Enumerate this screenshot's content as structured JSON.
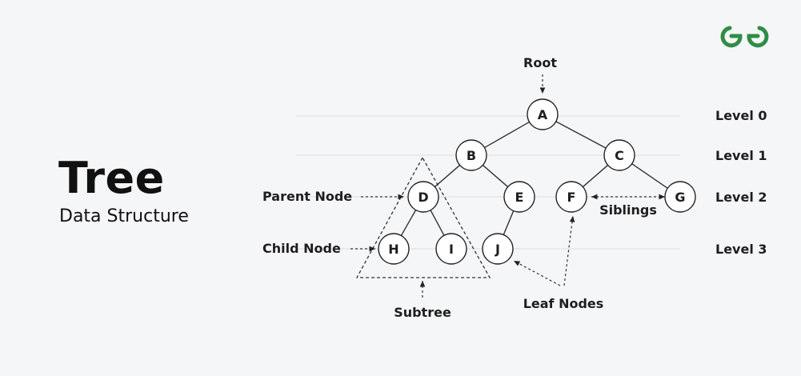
{
  "title": "Tree",
  "subtitle": "Data Structure",
  "logo_text": "GG",
  "colors": {
    "background": "#f5f6f7",
    "logo": "#2f8d46",
    "line": "#333333",
    "guide": "#d9dcdf"
  },
  "nodes": [
    {
      "id": "A",
      "label": "A"
    },
    {
      "id": "B",
      "label": "B"
    },
    {
      "id": "C",
      "label": "C"
    },
    {
      "id": "D",
      "label": "D"
    },
    {
      "id": "E",
      "label": "E"
    },
    {
      "id": "F",
      "label": "F"
    },
    {
      "id": "G",
      "label": "G"
    },
    {
      "id": "H",
      "label": "H"
    },
    {
      "id": "I",
      "label": "I"
    },
    {
      "id": "J",
      "label": "J"
    }
  ],
  "edges": [
    [
      "A",
      "B"
    ],
    [
      "A",
      "C"
    ],
    [
      "B",
      "D"
    ],
    [
      "B",
      "E"
    ],
    [
      "C",
      "F"
    ],
    [
      "C",
      "G"
    ],
    [
      "D",
      "H"
    ],
    [
      "D",
      "I"
    ],
    [
      "E",
      "J"
    ]
  ],
  "levels": [
    "Level 0",
    "Level 1",
    "Level 2",
    "Level 3"
  ],
  "annotations": {
    "root": "Root",
    "parent_node": "Parent Node",
    "child_node": "Child Node",
    "siblings": "Siblings",
    "subtree": "Subtree",
    "leaf_nodes": "Leaf Nodes"
  }
}
